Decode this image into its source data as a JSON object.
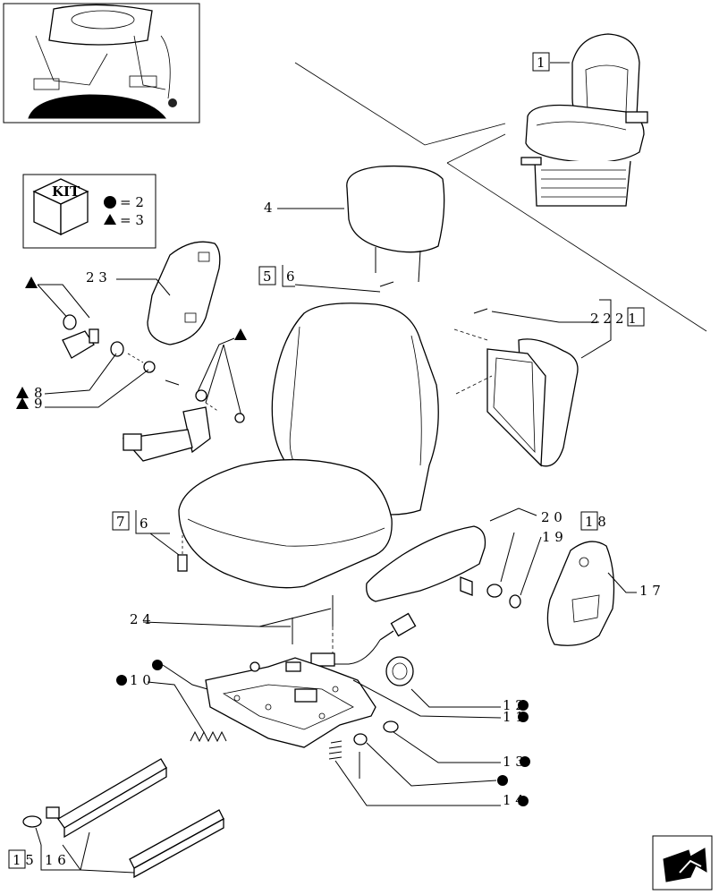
{
  "kit_legend": {
    "kit_label": "KIT",
    "circle_value": "= 2",
    "triangle_value": "= 3"
  },
  "callouts": {
    "c1": "1",
    "c4": "4",
    "c5": "5",
    "c6a": "6",
    "c6b": "6",
    "c7": "7",
    "c8": "8",
    "c9": "9",
    "c10": "1 0",
    "c12": "1 2",
    "c11": "1 1",
    "c13": "1 3",
    "c14": "1 4",
    "c15": "1 5",
    "c16": "1 6",
    "c17": "1 7",
    "c18": "1 8",
    "c19": "1 9",
    "c20": "2 0",
    "c21": "2 1",
    "c22": "2 2",
    "c23": "2 3",
    "c24": "2 4"
  },
  "icons": {
    "kit_cube": "cube-icon",
    "circle_marker": "filled-circle",
    "triangle_marker": "filled-triangle",
    "nav_arrow": "next-page-arrow-icon"
  }
}
